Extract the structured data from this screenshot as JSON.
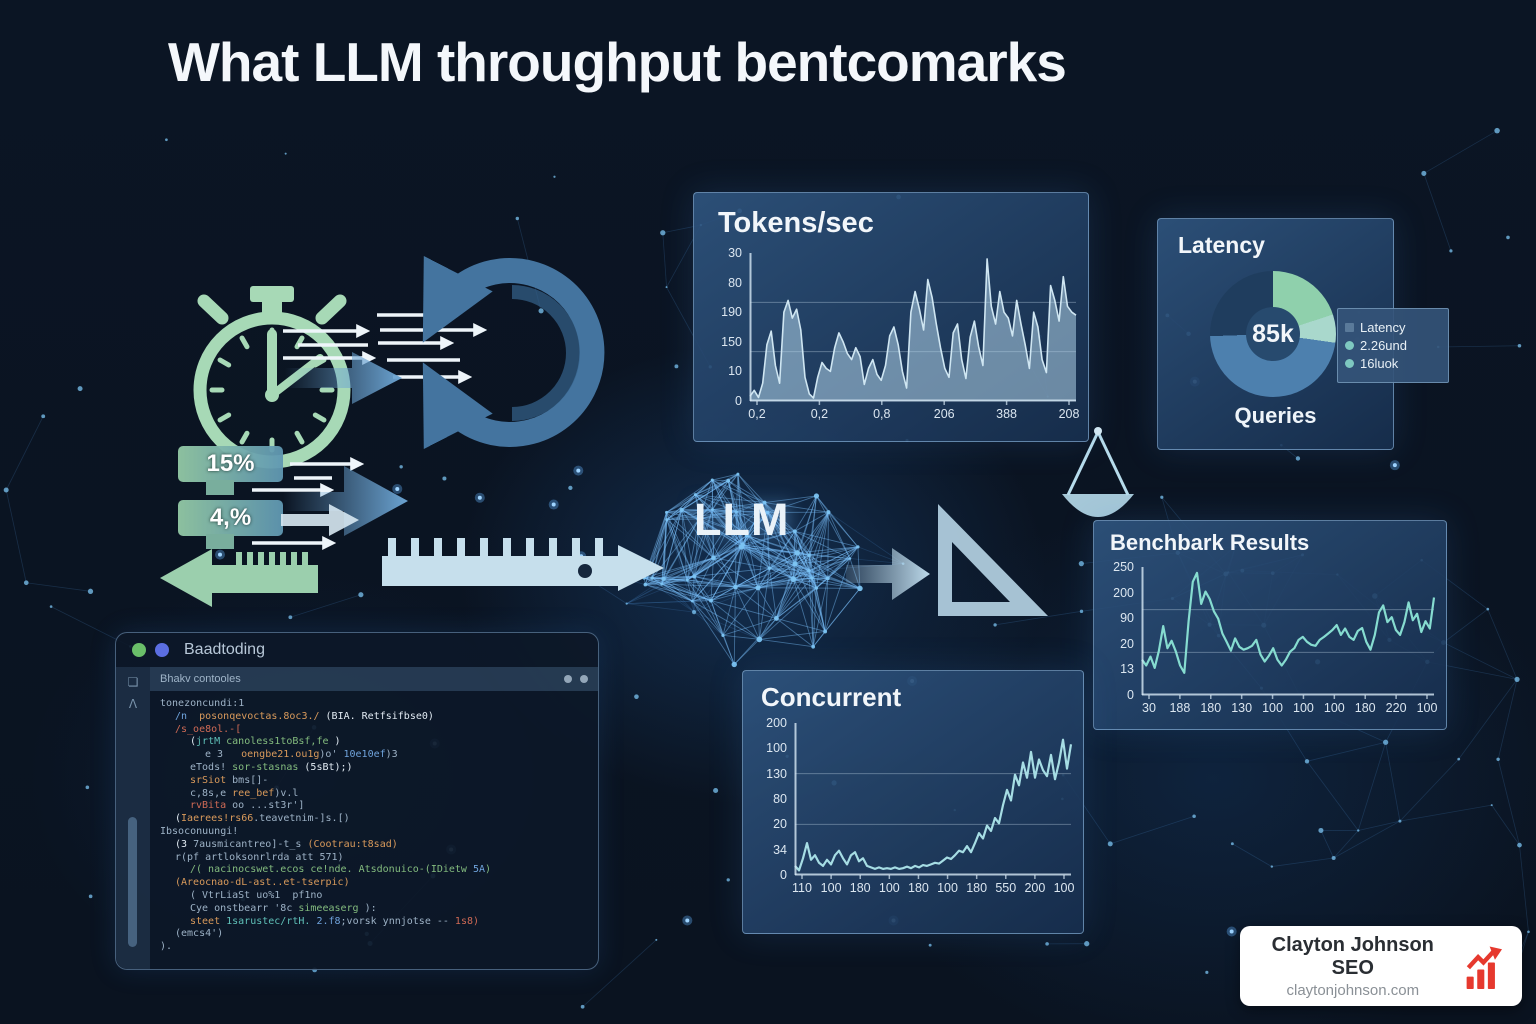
{
  "page": {
    "title": "What LLM throughput bentcomarks"
  },
  "tags": {
    "tag1_label": "15%",
    "tag2_label": "4,%"
  },
  "llm": {
    "label": "LLM"
  },
  "icons": {
    "stopwatch": "stopwatch-icon",
    "speed_arrows": "speed-arrows-icon",
    "cycle": "cycle-arrows-icon",
    "ruler_left_arrow": "ruler-left-arrow-icon",
    "ruler_right_arrow": "ruler-right-arrow-icon",
    "balance_scale": "balance-scale-icon",
    "set_square": "set-square-icon",
    "growth_chart": "growth-chart-icon"
  },
  "colors": {
    "background": "#0a1320",
    "panel_border": "#96bee1",
    "mint": "#8fd0ac",
    "steel_blue": "#4d80ae",
    "navy": "#1f3d5e",
    "badge_red": "#e6392e",
    "line_teal": "#86dcd0"
  },
  "chart_data": [
    {
      "id": "tokens",
      "type": "area",
      "title": "Tokens/sec",
      "y_ticks": [
        "30",
        "80",
        "190",
        "150",
        "10",
        "0"
      ],
      "x_ticks": [
        "0,2",
        "0,2",
        "0,8",
        "206",
        "388",
        "208"
      ],
      "ymax": 250,
      "line_color": "#cfe6f2",
      "fill_color": "rgba(176,212,234,0.55)",
      "values": [
        8,
        18,
        6,
        30,
        95,
        118,
        60,
        30,
        150,
        170,
        140,
        155,
        120,
        40,
        12,
        5,
        40,
        65,
        55,
        50,
        90,
        115,
        100,
        80,
        70,
        90,
        75,
        28,
        55,
        70,
        45,
        35,
        60,
        110,
        125,
        95,
        50,
        22,
        150,
        185,
        155,
        120,
        205,
        175,
        130,
        90,
        55,
        40,
        115,
        130,
        70,
        38,
        108,
        135,
        92,
        60,
        240,
        160,
        130,
        185,
        150,
        140,
        110,
        170,
        130,
        95,
        55,
        150,
        125,
        70,
        48,
        195,
        170,
        135,
        210,
        160,
        150,
        145
      ]
    },
    {
      "id": "latency",
      "type": "donut",
      "title": "Latency",
      "center_value": "85k",
      "center_caption": "Queries",
      "legend": [
        {
          "label": "Latency",
          "color": "#5a7a9a",
          "shape": "square"
        },
        {
          "label": "2.26und",
          "color": "#7ec8c0",
          "shape": "circle"
        },
        {
          "label": "16luok",
          "color": "#7ec8c0",
          "shape": "circle"
        }
      ],
      "segments": [
        {
          "color": "#8fd0ac",
          "deg": 72
        },
        {
          "color": "#a9d8cc",
          "deg": 26
        },
        {
          "color": "#4d80ae",
          "deg": 170
        },
        {
          "color": "#1f3d5e",
          "deg": 92
        }
      ]
    },
    {
      "id": "benchmark",
      "type": "line",
      "title": "Benchbark Results",
      "y_ticks": [
        "250",
        "200",
        "90",
        "20",
        "13",
        "0"
      ],
      "x_ticks": [
        "30",
        "188",
        "180",
        "130",
        "100",
        "100",
        "100",
        "180",
        "220",
        "100"
      ],
      "ymax": 260,
      "line_color": "#86dcd0",
      "values": [
        72,
        60,
        78,
        55,
        90,
        140,
        95,
        110,
        88,
        60,
        45,
        150,
        230,
        248,
        185,
        210,
        195,
        170,
        155,
        125,
        108,
        90,
        115,
        98,
        92,
        95,
        100,
        112,
        82,
        68,
        80,
        95,
        72,
        60,
        72,
        88,
        95,
        112,
        118,
        108,
        102,
        100,
        112,
        118,
        125,
        132,
        142,
        122,
        135,
        118,
        112,
        130,
        136,
        108,
        92,
        122,
        168,
        182,
        148,
        158,
        132,
        122,
        148,
        188,
        152,
        165,
        128,
        150,
        135,
        198
      ]
    },
    {
      "id": "concurrent",
      "type": "line",
      "title": "Concurrent",
      "y_ticks": [
        "200",
        "100",
        "130",
        "80",
        "20",
        "34",
        "0"
      ],
      "x_ticks": [
        "110",
        "100",
        "180",
        "100",
        "180",
        "100",
        "180",
        "550",
        "200",
        "100"
      ],
      "ymax": 200,
      "line_color": "#a6dde4",
      "values": [
        12,
        6,
        22,
        42,
        20,
        26,
        16,
        12,
        20,
        14,
        26,
        32,
        22,
        14,
        26,
        30,
        18,
        22,
        12,
        10,
        8,
        10,
        8,
        9,
        8,
        10,
        8,
        9,
        11,
        9,
        12,
        10,
        13,
        12,
        14,
        16,
        15,
        19,
        23,
        21,
        26,
        32,
        30,
        38,
        30,
        42,
        55,
        48,
        65,
        58,
        75,
        68,
        92,
        112,
        98,
        132,
        118,
        148,
        128,
        162,
        128,
        152,
        138,
        130,
        158,
        126,
        148,
        178,
        140,
        172
      ]
    }
  ],
  "code_window": {
    "title": "Baadtoding",
    "tab_label": "Bhakv contooles",
    "lines": [
      {
        "ind": 0,
        "seg": [
          [
            "gy",
            "tonezoncundi:1"
          ]
        ]
      },
      {
        "ind": 1,
        "seg": [
          [
            "bl",
            "/n  "
          ],
          [
            "or",
            "posonqevoctas.8oc3./ "
          ],
          [
            "wh",
            "(BIA. Retfsifbse0)"
          ]
        ]
      },
      {
        "ind": 1,
        "seg": [
          [
            "rd",
            "/s_oe8ol.-[ "
          ]
        ]
      },
      {
        "ind": 2,
        "seg": [
          [
            "wh",
            "("
          ],
          [
            "tl",
            "jrtM "
          ],
          [
            "gn",
            "canoless1toBsf,fe "
          ],
          [
            "wh",
            ")"
          ]
        ]
      },
      {
        "ind": 3,
        "seg": [
          [
            "gy",
            "e 3   "
          ],
          [
            "or",
            "oengbe21.ou1g"
          ],
          [
            "gy",
            ")o' "
          ],
          [
            "bl",
            "10e10ef"
          ],
          [
            "gy",
            ")3"
          ]
        ]
      },
      {
        "ind": 2,
        "seg": [
          [
            "gy",
            "eTods! "
          ],
          [
            "gn",
            "sor-stasnas "
          ],
          [
            "wh",
            "(5sBt);)"
          ]
        ]
      },
      {
        "ind": 2,
        "seg": [
          [
            "or",
            "srSiot "
          ],
          [
            "gy",
            "bms[]-"
          ]
        ]
      },
      {
        "ind": 2,
        "seg": [
          [
            "gy",
            "c,8s,e "
          ],
          [
            "or",
            "ree_bef"
          ],
          [
            "gy",
            ")v.l"
          ]
        ]
      },
      {
        "ind": 2,
        "seg": [
          [
            "rd",
            "rvBita "
          ],
          [
            "gy",
            "oo ...st3r']"
          ]
        ]
      },
      {
        "ind": 1,
        "seg": [
          [
            "wh",
            "("
          ],
          [
            "or",
            "Iaerees!rs66"
          ],
          [
            "gy",
            ".teavetnim-]s.[)"
          ]
        ]
      },
      {
        "ind": 0,
        "seg": [
          [
            "gy",
            "Ibsoconuungi!"
          ]
        ]
      },
      {
        "ind": 1,
        "seg": [
          [
            "wh",
            "(3 "
          ],
          [
            "gy",
            "7ausmicantreo]-t_s "
          ],
          [
            "or",
            "(Cootrau:t8sad)"
          ]
        ]
      },
      {
        "ind": 1,
        "seg": [
          [
            "gy",
            "r(pf artloksonrlrda att 571)"
          ]
        ]
      },
      {
        "ind": 2,
        "seg": [
          [
            "gn",
            "/( nacinocswet.ecos ce!nde. Atsdonuico-(IDietw "
          ],
          [
            "bl",
            "5A"
          ],
          [
            "gn",
            ")"
          ]
        ]
      },
      {
        "ind": 1,
        "seg": [
          [
            "or",
            "(Areocnao-dL-ast..et-tserpic)"
          ]
        ]
      },
      {
        "ind": 2,
        "seg": [
          [
            "gy",
            "( VtrLiaSt uo%1  pf1no"
          ]
        ]
      },
      {
        "ind": 2,
        "seg": [
          [
            "gy",
            "Cye onstbearr '8c "
          ],
          [
            "gn",
            "simeeaserg"
          ],
          [
            "gy",
            " ):"
          ]
        ]
      },
      {
        "ind": 2,
        "seg": [
          [
            "or",
            "steet "
          ],
          [
            "tl",
            "1sarustec/rtH. "
          ],
          [
            "bl",
            "2.f8"
          ],
          [
            "gy",
            ";vorsk ynnjotse -- "
          ],
          [
            "rd",
            "1s8)"
          ]
        ]
      },
      {
        "ind": 1,
        "seg": [
          [
            "gy",
            "(emcs4')"
          ]
        ]
      },
      {
        "ind": 0,
        "seg": [
          [
            "gy",
            ")."
          ]
        ]
      }
    ]
  },
  "badge": {
    "name": "Clayton Johnson SEO",
    "site": "claytonjohnson.com"
  }
}
